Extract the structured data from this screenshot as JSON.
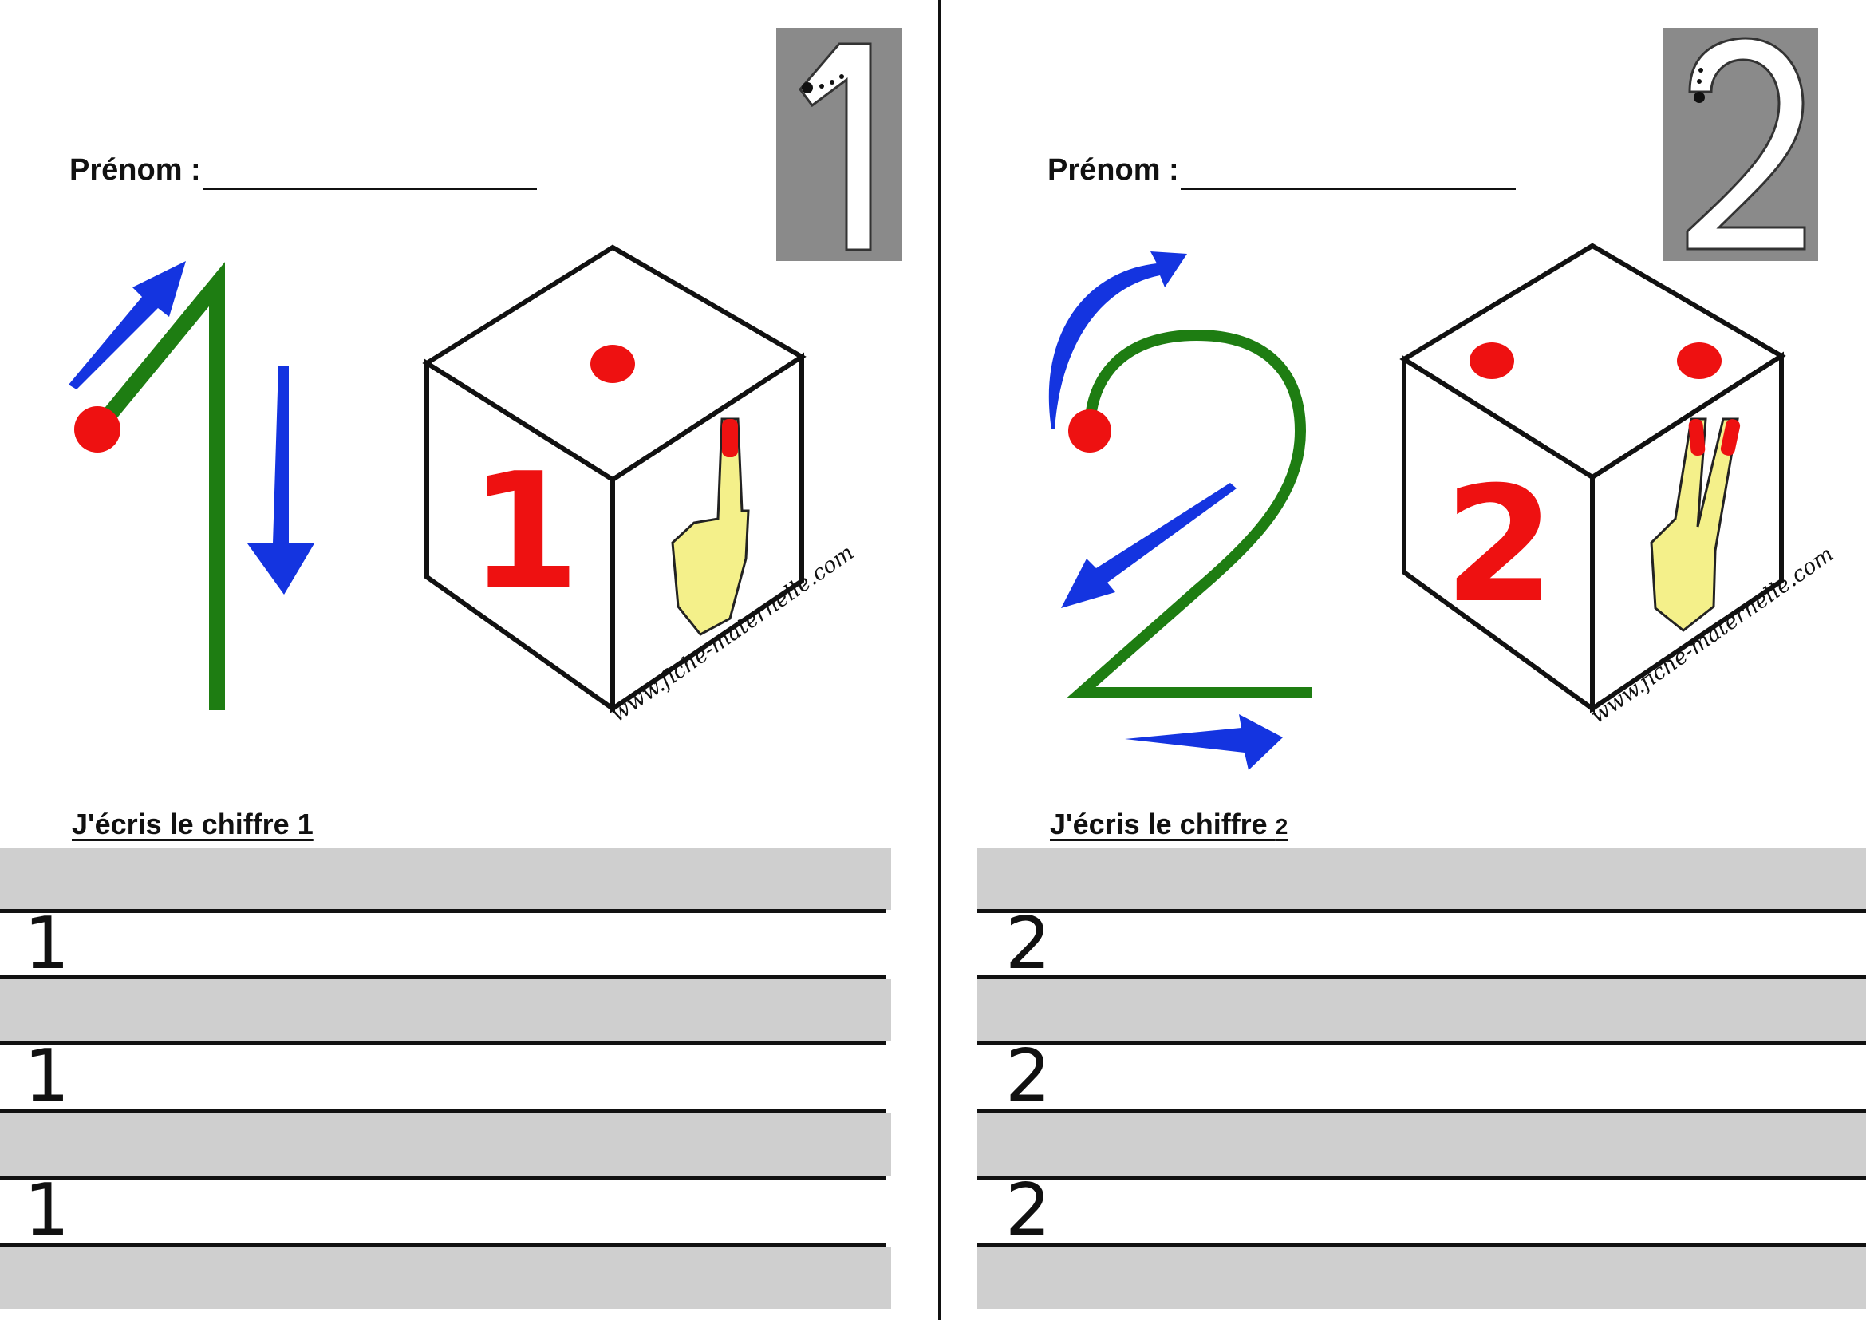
{
  "left_sheet": {
    "prenom_label": "Prénom :",
    "heading_text": "J'écris le chiffre 1",
    "big_number": "1",
    "die_number": "1",
    "model_digits": [
      "1",
      "1",
      "1"
    ],
    "watermark": "www.fiche-maternelle.com"
  },
  "right_sheet": {
    "prenom_label": "Prénom :",
    "heading_text": "J'écris le chiffre ",
    "heading_digit": "2",
    "big_number": "2",
    "die_number": "2",
    "model_digits": [
      "2",
      "2",
      "2"
    ],
    "watermark": "www.fiche-maternelle.com"
  },
  "colors": {
    "stroke_guide": "#1e7d12",
    "arrow": "#1434e0",
    "dot": "#ee1111",
    "band": "#cfcfcf",
    "number_tile": "#8a8a8a",
    "hand": "#f4f08a"
  }
}
